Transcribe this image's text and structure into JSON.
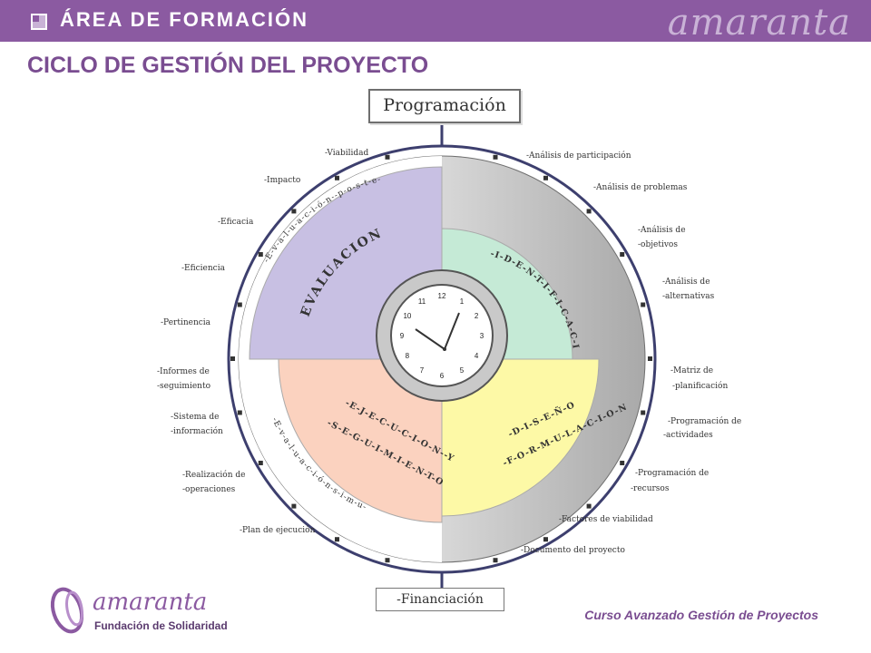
{
  "header": {
    "area": "ÁREA DE FORMACIÓN",
    "brand": "amaranta"
  },
  "title": "CICLO DE GESTIÓN DEL PROYECTO",
  "top_box": "Programación",
  "bottom_box": "-Financiación",
  "quadrants": {
    "evaluacion": {
      "title": "EVALUACION",
      "subtitle": "-E-v-a-l-u-a-c-i-ó-n--p-o-s-t-e-r-i-o-r",
      "color": "#c8c0e3"
    },
    "identificacion": {
      "title": "-I-D-E-N-T-I-F-I-C-A-C-I-O-N",
      "color": "#c5ead6"
    },
    "ejecucion": {
      "title1": "-E-J-E-C-U-C-I-O-N--Y",
      "title2": "-S-E-G-U-I-M-I-E-N-T-O",
      "subtitle": "-E-v-a-l-u-a-c-i-ó-n-s-i-m-u-l-t-á-n-e-a",
      "color": "#fbd2bf"
    },
    "diseno": {
      "title1": "-D-I-S-E-Ñ-O",
      "title2": "-F-O-R-M-U-L-A-C-I-O-N",
      "color": "#fdf9a6"
    }
  },
  "labels": {
    "viabilidad": "-Viabilidad",
    "impacto": "-Impacto",
    "eficacia": "-Eficacia",
    "eficiencia": "-Eficiencia",
    "pertinencia": "-Pertinencia",
    "informes1": "-Informes de",
    "informes2": "-seguimiento",
    "sistema1": "-Sistema de",
    "sistema2": "-información",
    "realizacion1": "-Realización de",
    "realizacion2": "-operaciones",
    "plan": "-Plan de ejecución",
    "participacion": "-Análisis de participación",
    "problemas": "-Análisis de problemas",
    "objetivos1": "-Análisis de",
    "objetivos2": "-objetivos",
    "alternativas1": "-Análisis de",
    "alternativas2": "-alternativas",
    "matriz1": "-Matriz de",
    "matriz2": "-planificación",
    "actividades1": "-Programación de",
    "actividades2": "-actividades",
    "recursos1": "-Programación de",
    "recursos2": "-recursos",
    "factores": "-Factores de viabilidad",
    "documento": "-Documento del proyecto"
  },
  "clock": {
    "numbers": [
      "12",
      "1",
      "2",
      "3",
      "4",
      "5",
      "6",
      "7",
      "8",
      "9",
      "10",
      "11"
    ]
  },
  "footer": {
    "logo_main": "amaranta",
    "logo_sub": "Fundación de Solidaridad",
    "course": "Curso Avanzado Gestión de Proyectos"
  }
}
